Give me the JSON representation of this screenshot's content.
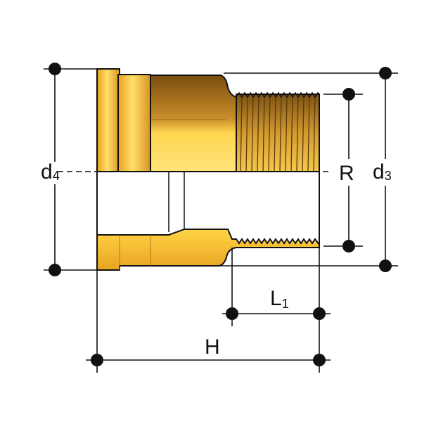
{
  "labels": {
    "d4_main": "d",
    "d4_sub": "4",
    "r": "R",
    "d3_main": "d",
    "d3_sub": "3",
    "l1_main": "L",
    "l1_sub": "1",
    "h": "H"
  },
  "colors": {
    "outline": "#111111",
    "brass_light": "#ffd84a",
    "brass_mid": "#e6a92a",
    "brass_dark": "#8a5a12",
    "dimension": "#111111"
  }
}
